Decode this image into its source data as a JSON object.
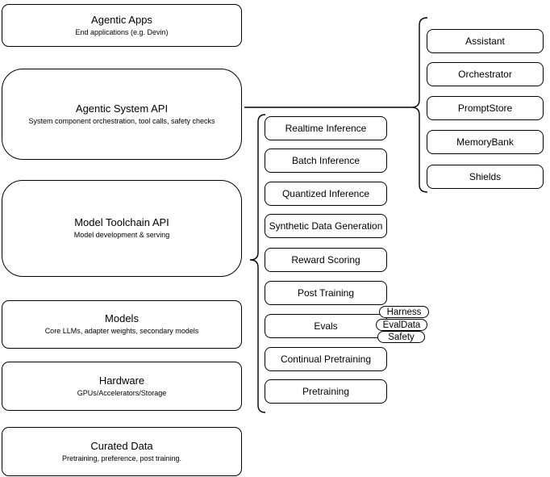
{
  "diagram": {
    "colors": {
      "stroke": "#000000",
      "fill": "#ffffff",
      "text": "#000000"
    },
    "stack": [
      {
        "title": "Agentic Apps",
        "subtitle": "End applications (e.g. Devin)"
      },
      {
        "title": "Agentic System API",
        "subtitle": "System component orchestration, tool calls, safety checks"
      },
      {
        "title": "Model Toolchain API",
        "subtitle": "Model development & serving"
      },
      {
        "title": "Models",
        "subtitle": "Core LLMs, adapter weights, secondary models"
      },
      {
        "title": "Hardware",
        "subtitle": "GPUs/Accelerators/Storage"
      },
      {
        "title": "Curated Data",
        "subtitle": "Pretraining, preference, post training."
      }
    ],
    "toolchain_items": [
      "Realtime Inference",
      "Batch Inference",
      "Quantized Inference",
      "Synthetic Data Generation",
      "Reward Scoring",
      "Post Training",
      "Evals",
      "Continual Pretraining",
      "Pretraining"
    ],
    "eval_tags": [
      "Harness",
      "EvalData",
      "Safety"
    ],
    "system_items": [
      "Assistant",
      "Orchestrator",
      "PromptStore",
      "MemoryBank",
      "Shields"
    ]
  }
}
